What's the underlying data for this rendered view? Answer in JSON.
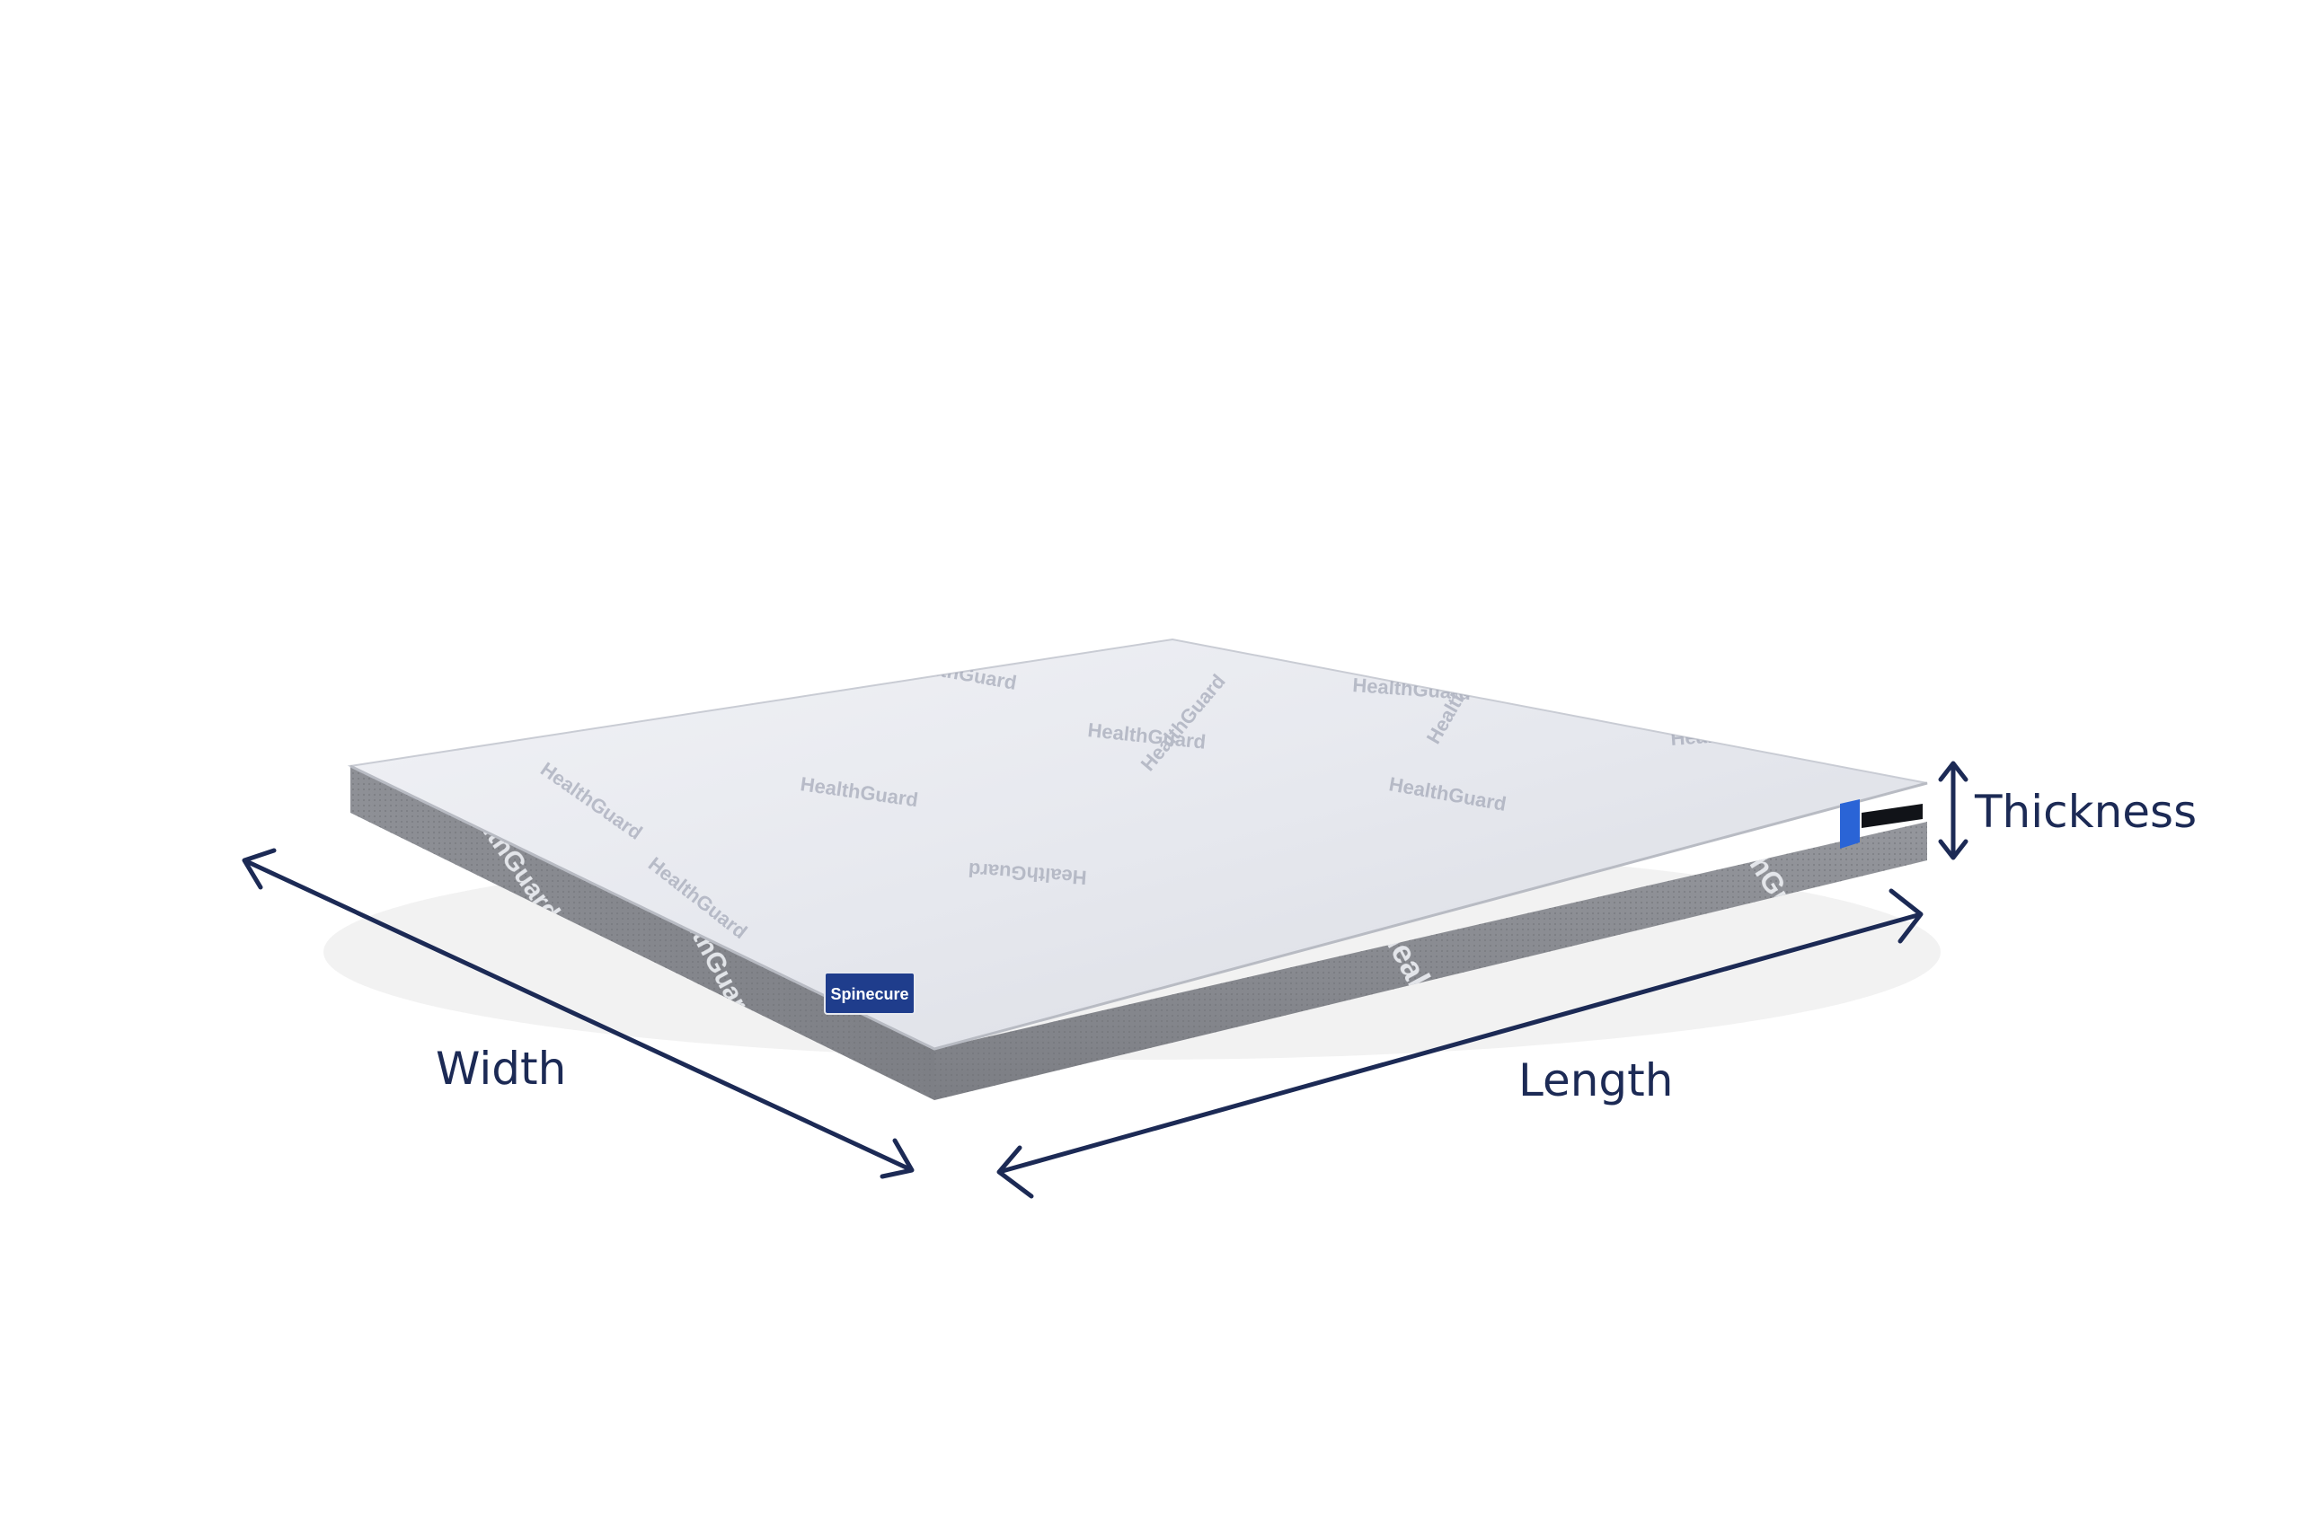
{
  "labels": {
    "width": "Width",
    "length": "Length",
    "thickness": "Thickness"
  },
  "mattress": {
    "brand_badge": "Spinecure",
    "fabric_print": "HealthGuard"
  },
  "colors": {
    "arrow": "#1c2a55",
    "top_fabric": "#e7e9ef",
    "side_fabric": "#8a8c92",
    "badge": "#1f3d8c",
    "tag": "#2a64d6"
  }
}
